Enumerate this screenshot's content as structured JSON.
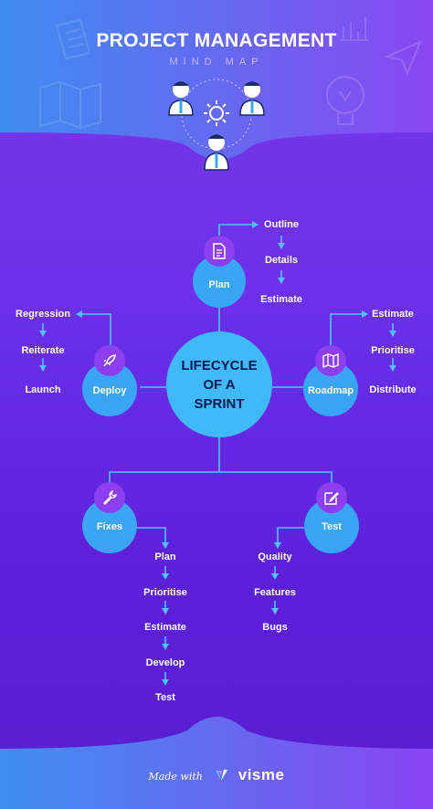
{
  "header": {
    "title": "PROJECT MANAGEMENT",
    "subtitle": "MIND MAP"
  },
  "center": {
    "line1": "LIFECYCLE",
    "line2": "OF A",
    "line3": "SPRINT"
  },
  "plan": {
    "label": "Plan",
    "steps": [
      "Outline",
      "Details",
      "Estimate"
    ]
  },
  "deploy": {
    "label": "Deploy",
    "steps": [
      "Regression",
      "Reiterate",
      "Launch"
    ]
  },
  "roadmap": {
    "label": "Roadmap",
    "steps": [
      "Estimate",
      "Prioritise",
      "Distribute"
    ]
  },
  "fixes": {
    "label": "Fixes",
    "steps": [
      "Plan",
      "Prioritise",
      "Estimate",
      "Develop",
      "Test"
    ]
  },
  "test": {
    "label": "Test",
    "steps": [
      "Quality",
      "Features",
      "Bugs"
    ]
  },
  "footer": {
    "made_with": "Made with",
    "brand": "visme"
  },
  "colors": {
    "node": "#3aa4f7",
    "center": "#3fb9f7",
    "icon_badge": "#8b3ff0",
    "line": "#4fc3ff",
    "header_bg": "#4a7cf0"
  },
  "icons": [
    "document-icon",
    "rocket-icon",
    "map-icon",
    "wrench-icon",
    "edit-icon",
    "gear-icon",
    "person-icon",
    "lightbulb-icon",
    "chart-icon",
    "send-icon"
  ]
}
